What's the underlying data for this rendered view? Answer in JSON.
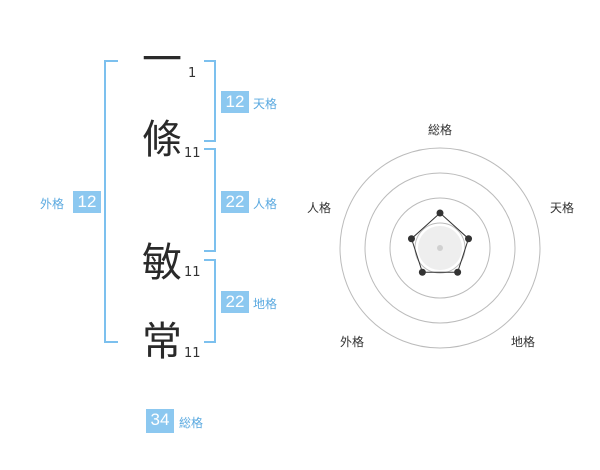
{
  "name": {
    "characters": [
      {
        "char": "一",
        "strokes": "1"
      },
      {
        "char": "條",
        "strokes": "11"
      },
      {
        "char": "敏",
        "strokes": "11"
      },
      {
        "char": "常",
        "strokes": "11"
      }
    ]
  },
  "fortune": {
    "tenkaku": {
      "value": "12",
      "label": "天格"
    },
    "jinkaku": {
      "value": "22",
      "label": "人格"
    },
    "chikaku": {
      "value": "22",
      "label": "地格"
    },
    "gaikaku": {
      "value": "12",
      "label": "外格"
    },
    "soukaku": {
      "value": "34",
      "label": "総格"
    }
  },
  "radar": {
    "labels": [
      "総格",
      "天格",
      "地格",
      "外格",
      "人格"
    ],
    "levels": 4,
    "values": [
      0.35,
      0.3,
      0.3,
      0.3,
      0.3
    ]
  },
  "colors": {
    "accent": "#8cc8f0",
    "bracket": "#7cc0ee",
    "label": "#5aa9e0",
    "ring": "#bbbbbb",
    "polygon": "#333333"
  }
}
